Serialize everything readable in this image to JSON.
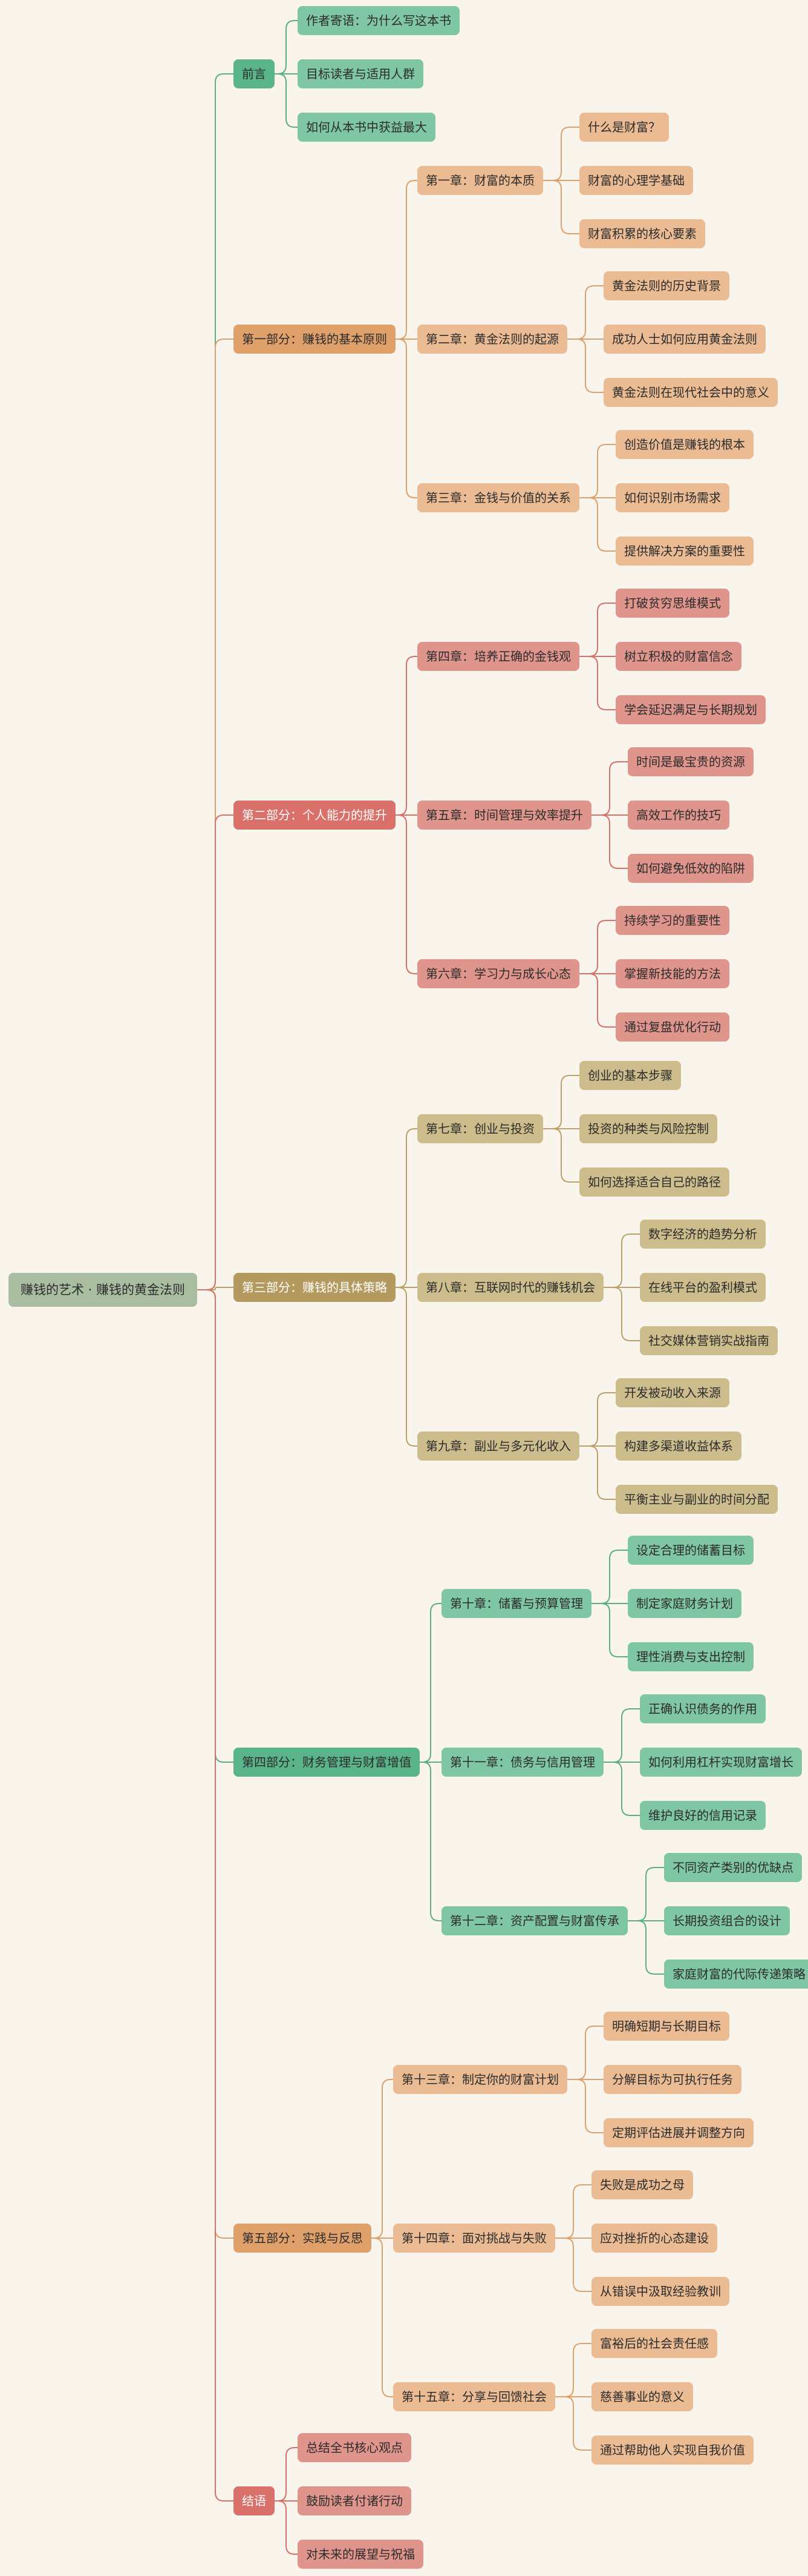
{
  "title": "赚钱的艺术 · 赚钱的黄金法则",
  "colors": {
    "background": "#faf5ec",
    "root": "#a9bea0",
    "green": {
      "section": "#5ab48a",
      "node": "#7fc6a4",
      "line": "#5aae86"
    },
    "orange": {
      "section": "#e0a06a",
      "node": "#ebbc94",
      "line": "#dba06c"
    },
    "red": {
      "section": "#d9706a",
      "node": "#e0958c",
      "line": "#d2716a"
    },
    "olive": {
      "section": "#b49a5f",
      "node": "#cdbd8c",
      "line": "#b9a169"
    }
  },
  "sections": [
    {
      "label": "前言",
      "color": "green",
      "items": [
        {
          "label": "作者寄语：为什么写这本书"
        },
        {
          "label": "目标读者与适用人群"
        },
        {
          "label": "如何从本书中获益最大"
        }
      ]
    },
    {
      "label": "第一部分：赚钱的基本原则",
      "color": "orange",
      "items": [
        {
          "label": "第一章：财富的本质",
          "items": [
            "什么是财富？",
            "财富的心理学基础",
            "财富积累的核心要素"
          ]
        },
        {
          "label": "第二章：黄金法则的起源",
          "items": [
            "黄金法则的历史背景",
            "成功人士如何应用黄金法则",
            "黄金法则在现代社会中的意义"
          ]
        },
        {
          "label": "第三章：金钱与价值的关系",
          "items": [
            "创造价值是赚钱的根本",
            "如何识别市场需求",
            "提供解决方案的重要性"
          ]
        }
      ]
    },
    {
      "label": "第二部分：个人能力的提升",
      "color": "red",
      "items": [
        {
          "label": "第四章：培养正确的金钱观",
          "items": [
            "打破贫穷思维模式",
            "树立积极的财富信念",
            "学会延迟满足与长期规划"
          ]
        },
        {
          "label": "第五章：时间管理与效率提升",
          "items": [
            "时间是最宝贵的资源",
            "高效工作的技巧",
            "如何避免低效的陷阱"
          ]
        },
        {
          "label": "第六章：学习力与成长心态",
          "items": [
            "持续学习的重要性",
            "掌握新技能的方法",
            "通过复盘优化行动"
          ]
        }
      ]
    },
    {
      "label": "第三部分：赚钱的具体策略",
      "color": "olive",
      "items": [
        {
          "label": "第七章：创业与投资",
          "items": [
            "创业的基本步骤",
            "投资的种类与风险控制",
            "如何选择适合自己的路径"
          ]
        },
        {
          "label": "第八章：互联网时代的赚钱机会",
          "items": [
            "数字经济的趋势分析",
            "在线平台的盈利模式",
            "社交媒体营销实战指南"
          ]
        },
        {
          "label": "第九章：副业与多元化收入",
          "items": [
            "开发被动收入来源",
            "构建多渠道收益体系",
            "平衡主业与副业的时间分配"
          ]
        }
      ]
    },
    {
      "label": "第四部分：财务管理与财富增值",
      "color": "green",
      "items": [
        {
          "label": "第十章：储蓄与预算管理",
          "items": [
            "设定合理的储蓄目标",
            "制定家庭财务计划",
            "理性消费与支出控制"
          ]
        },
        {
          "label": "第十一章：债务与信用管理",
          "items": [
            "正确认识债务的作用",
            "如何利用杠杆实现财富增长",
            "维护良好的信用记录"
          ]
        },
        {
          "label": "第十二章：资产配置与财富传承",
          "items": [
            "不同资产类别的优缺点",
            "长期投资组合的设计",
            "家庭财富的代际传递策略"
          ]
        }
      ]
    },
    {
      "label": "第五部分：实践与反思",
      "color": "orange",
      "items": [
        {
          "label": "第十三章：制定你的财富计划",
          "items": [
            "明确短期与长期目标",
            "分解目标为可执行任务",
            "定期评估进展并调整方向"
          ]
        },
        {
          "label": "第十四章：面对挑战与失败",
          "items": [
            "失败是成功之母",
            "应对挫折的心态建设",
            "从错误中汲取经验教训"
          ]
        },
        {
          "label": "第十五章：分享与回馈社会",
          "items": [
            "富裕后的社会责任感",
            "慈善事业的意义",
            "通过帮助他人实现自我价值"
          ]
        }
      ]
    },
    {
      "label": "结语",
      "color": "red",
      "items": [
        {
          "label": "总结全书核心观点"
        },
        {
          "label": "鼓励读者付诸行动"
        },
        {
          "label": "对未来的展望与祝福"
        }
      ]
    }
  ]
}
